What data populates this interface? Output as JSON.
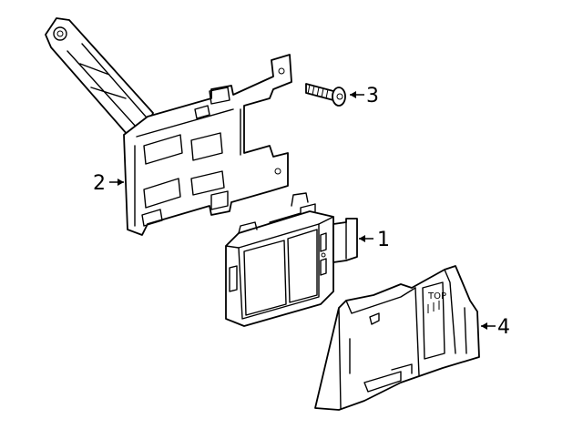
{
  "parts": [
    {
      "number": "1",
      "name": "module"
    },
    {
      "number": "2",
      "name": "bracket"
    },
    {
      "number": "3",
      "name": "screw"
    },
    {
      "number": "4",
      "name": "cover"
    }
  ],
  "cover_label": "TOP"
}
